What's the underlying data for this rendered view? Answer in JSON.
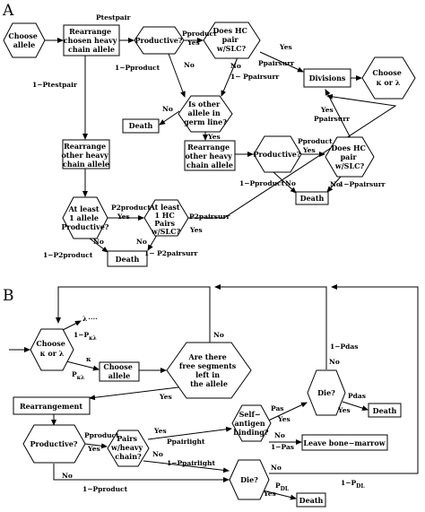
{
  "panels": {
    "a": "A",
    "b": "B"
  },
  "a": {
    "nodes": {
      "choose_allele": [
        "Choose",
        "allele"
      ],
      "rearrange_chosen": [
        "Rearrange",
        "chosen heavy",
        "chain allele"
      ],
      "productive1": [
        "Productive?"
      ],
      "hc_pair1": [
        "Does HC",
        "pair",
        "w/SLC?"
      ],
      "divisions": [
        "Divisions"
      ],
      "choose_kl": [
        "Choose",
        "κ or λ"
      ],
      "death1": [
        "Death"
      ],
      "other_allele": [
        "Is other",
        "allele in",
        "germ line?"
      ],
      "rearrange_other1": [
        "Rearrange",
        "other heavy",
        "chain allele"
      ],
      "productive2": [
        "Productive?"
      ],
      "hc_pair2": [
        "Does HC",
        "pair",
        "w/SLC?"
      ],
      "death2": [
        "Death"
      ],
      "rearrange_other2": [
        "Rearrange",
        "other heavy",
        "chain allele"
      ],
      "at_least_productive": [
        "At least",
        "1 allele",
        "Productive?"
      ],
      "at_least_pairs": [
        "At least",
        "1 HC",
        "Pairs",
        "w/SLC?"
      ],
      "death3": [
        "Death"
      ]
    },
    "labels": {
      "ptestpair": "Ptestpair",
      "one_minus_ptestpair": "1−Ptestpair",
      "pproduct1": "Pproduct",
      "yes_p1": "Yes",
      "one_minus_pproduct1": "1−Pproduct",
      "no_p1": "No",
      "yes_hc1": "Yes",
      "ppairsurr1": "Ppairsurr",
      "no_hc1": "No",
      "one_minus_ppairsurr1": "1− Ppairsurr",
      "no_oa": "No",
      "yes_oa": "Yes",
      "pproduct2": "Pproduct",
      "yes_p2": "Yes",
      "one_minus_pproduct2": "1−Pproduct",
      "no_p2": "No",
      "ppairsurr2": "Ppairsurr",
      "yes_hc2": "Yes",
      "no_hc2": "No",
      "one_minus_ppairsurr2": "1−Ppairsurr",
      "p2product": "P2product",
      "yes_alp": "Yes",
      "one_minus_p2product": "1−P2product",
      "no_alp": "No",
      "p2pairsurr": "P2pairsurr",
      "yes_alh": "Yes",
      "no_alh": "No",
      "one_minus_p2pairsurr": "1− P2pairsurr"
    }
  },
  "b": {
    "nodes": {
      "choose_kl": [
        "Choose",
        "κ or λ"
      ],
      "choose_allele": [
        "Choose",
        "allele"
      ],
      "free_segments": [
        "Are there",
        "free segments",
        "left in",
        "the allele"
      ],
      "rearrangement": [
        "Rearrangement"
      ],
      "productive": [
        "Productive?"
      ],
      "pairs_heavy": [
        "Pairs",
        "w/heavy",
        "chain?"
      ],
      "self_antigen": [
        "Self−",
        "antigen",
        "binding?"
      ],
      "leave_bm": [
        "Leave bone−marrow"
      ],
      "die1": [
        "Die?"
      ],
      "death1": [
        "Death"
      ],
      "die2": [
        "Die?"
      ],
      "death2": [
        "Death"
      ]
    },
    "labels": {
      "lambda_dots": "λ",
      "one_minus_pkl": "1−P",
      "one_minus_pkl_sub": "κλ",
      "kappa": "κ",
      "pkl": "P",
      "pkl_sub": "κλ",
      "no_free": "No",
      "yes_free": "Yes",
      "pproduct": "Pproduct",
      "yes_prod": "Yes",
      "no_prod": "No",
      "one_minus_pproduct": "1−Pproduct",
      "yes_pairs": "Yes",
      "ppairlight": "Ppairlight",
      "no_pairs": "No",
      "one_minus_ppairlight": "1−Ppairlight",
      "pas": "Pas",
      "yes_sa": "Yes",
      "no_sa": "No",
      "one_minus_pas": "1−Pas",
      "one_minus_pdas": "1−Pdas",
      "no_die1": "No",
      "pdas": "Pdas",
      "yes_die1": "Yes",
      "no_die2": "No",
      "one_minus_pdl": "1−P",
      "one_minus_pdl_sub": "DL",
      "pdl": "P",
      "pdl_sub": "DL",
      "yes_die2": "Yes"
    }
  }
}
